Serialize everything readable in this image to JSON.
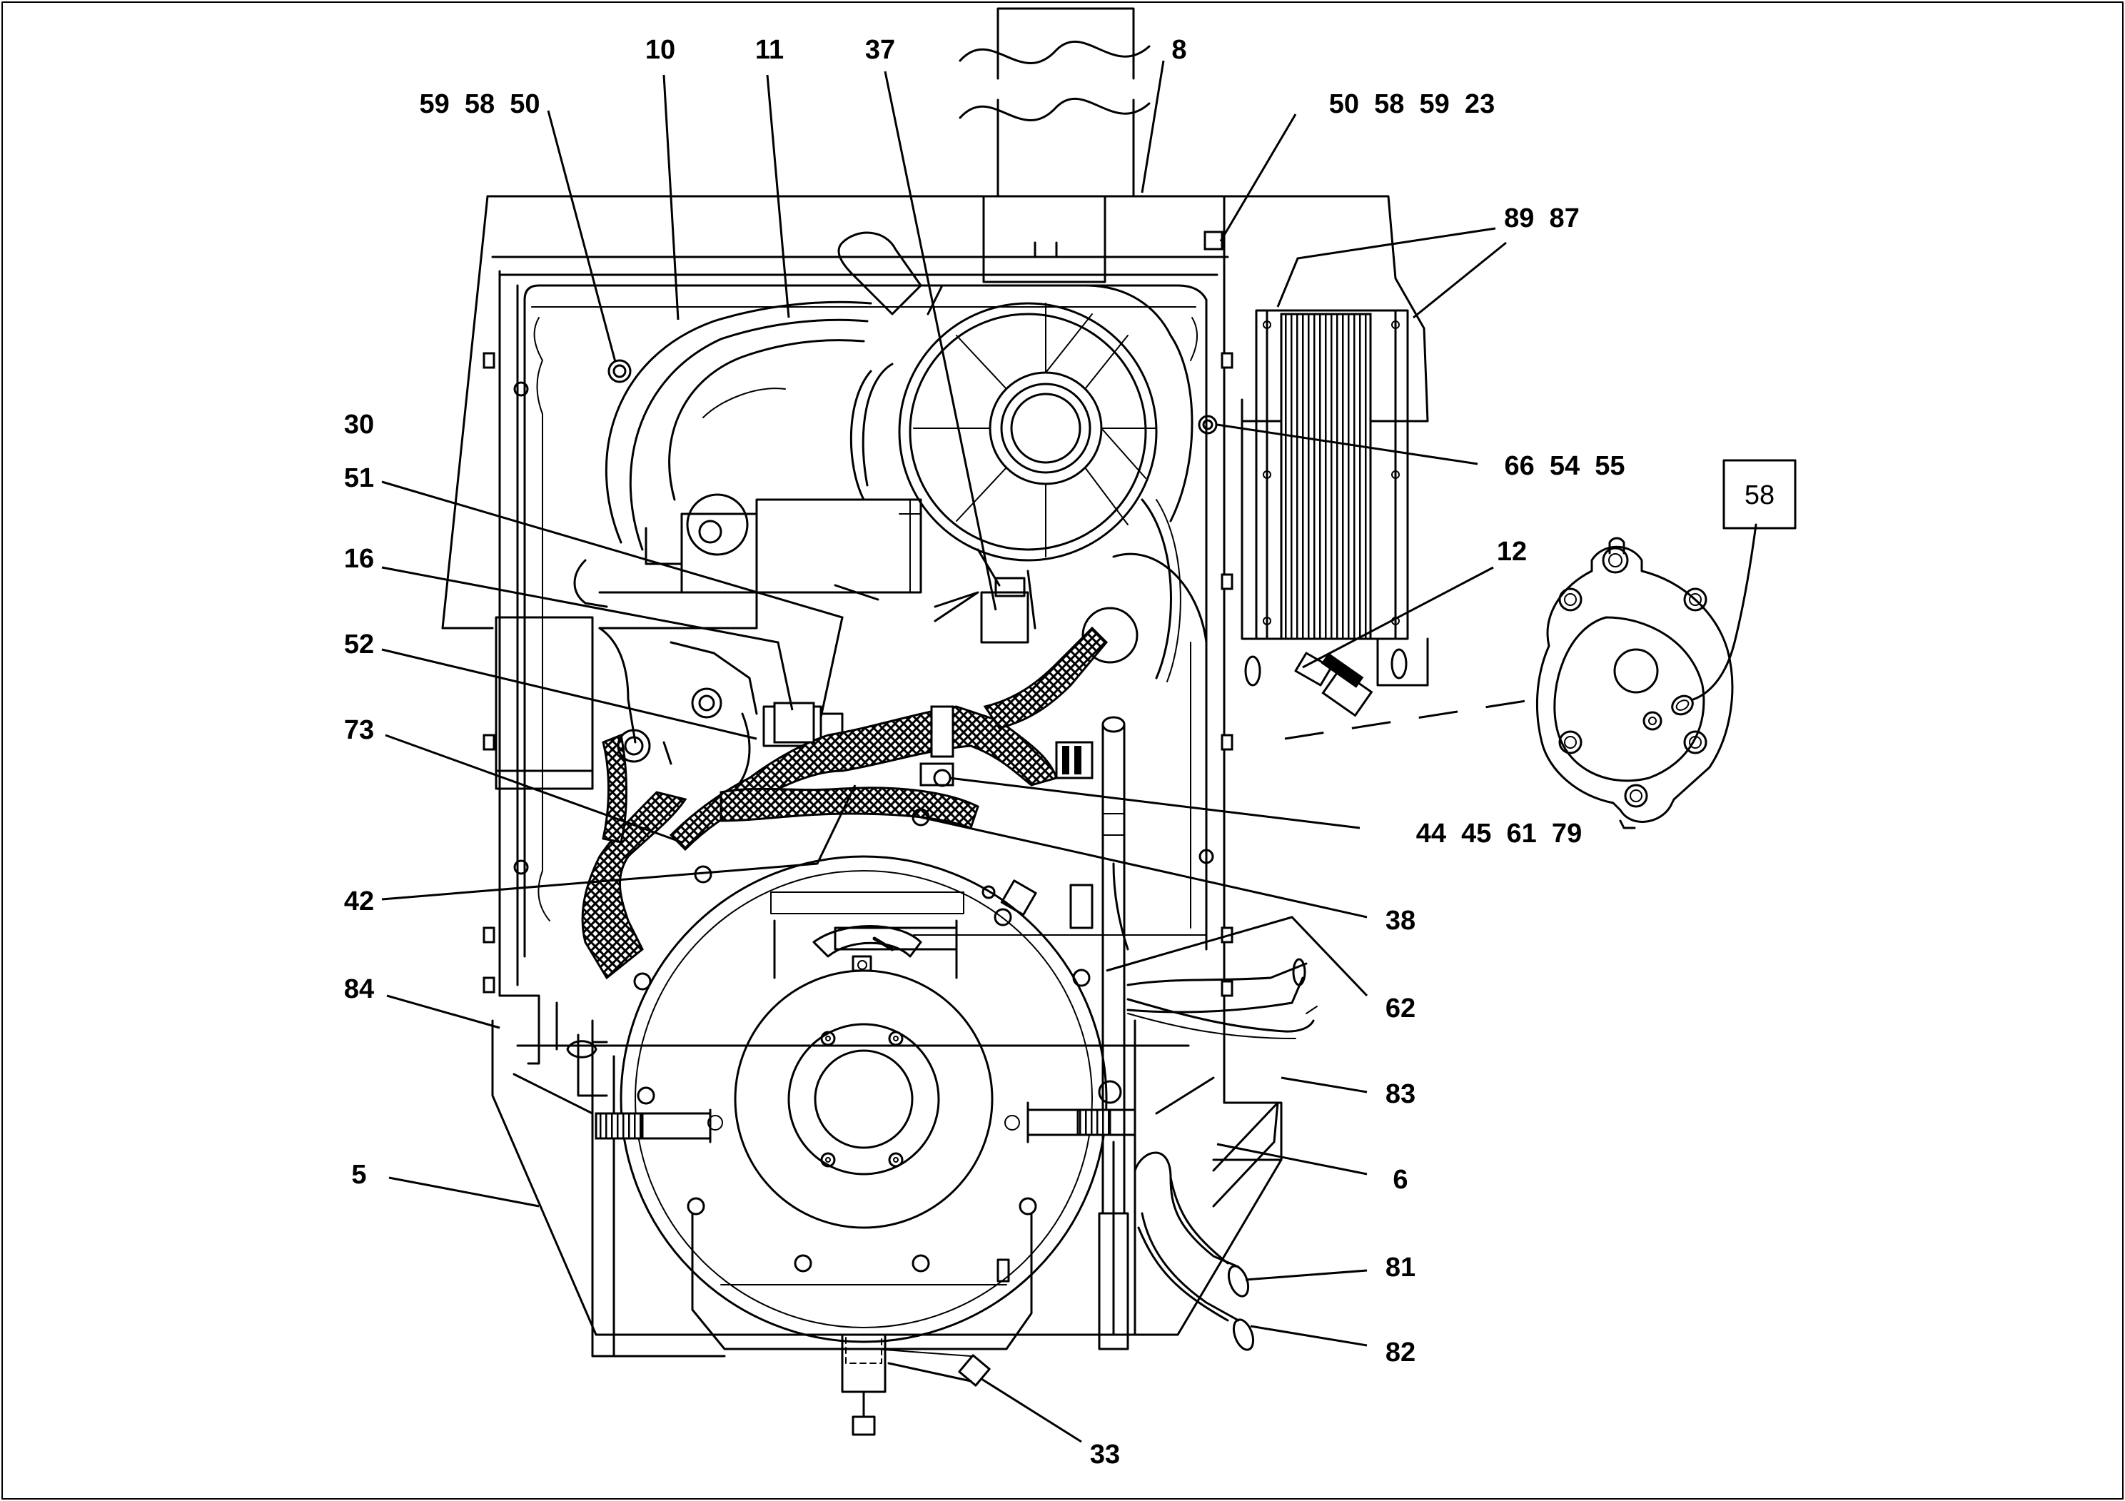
{
  "diagram": {
    "callouts": {
      "c10": "10",
      "c11": "11",
      "c37": "37",
      "c8": "8",
      "c59_58_50": "59  58  50",
      "c50_58_59_23": "50  58  59  23",
      "c89_87": "89  87",
      "c30": "30",
      "c66_54_55": "66  54  55",
      "c51": "51",
      "c12": "12",
      "c16": "16",
      "c52": "52",
      "c73": "73",
      "c44_45_61_79": "44  45  61  79",
      "c42": "42",
      "c38": "38",
      "c62": "62",
      "c84": "84",
      "c83": "83",
      "c5": "5",
      "c6": "6",
      "c81": "81",
      "c82": "82",
      "c33": "33"
    },
    "detail_box_label": "58"
  }
}
